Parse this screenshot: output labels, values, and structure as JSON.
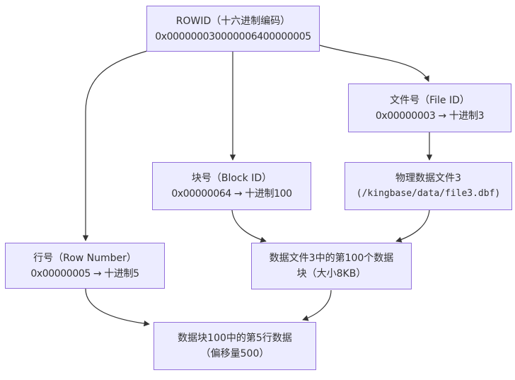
{
  "nodes": {
    "rowid": {
      "lines": [
        "ROWID（十六进制编码）",
        "0x000000030000006400000005"
      ]
    },
    "file_id": {
      "lines": [
        "文件号（File ID）",
        "0x00000003 → 十进制3"
      ]
    },
    "block_id": {
      "lines": [
        "块号（Block ID）",
        "0x00000064 → 十进制100"
      ]
    },
    "physical_file": {
      "lines": [
        "物理数据文件3",
        "(/kingbase/data/file3.dbf)"
      ]
    },
    "row_number": {
      "lines": [
        "行号（Row Number）",
        "0x00000005 → 十进制5"
      ]
    },
    "data_block": {
      "lines": [
        "数据文件3中的第100个数据",
        "块（大小8KB）"
      ]
    },
    "row_data": {
      "lines": [
        "数据块100中的第5行数据",
        "（偏移量500）"
      ]
    }
  },
  "edges": [
    {
      "from": "rowid",
      "to": "row_number"
    },
    {
      "from": "rowid",
      "to": "block_id"
    },
    {
      "from": "rowid",
      "to": "file_id"
    },
    {
      "from": "file_id",
      "to": "physical_file"
    },
    {
      "from": "block_id",
      "to": "data_block"
    },
    {
      "from": "physical_file",
      "to": "data_block"
    },
    {
      "from": "row_number",
      "to": "row_data"
    },
    {
      "from": "data_block",
      "to": "row_data"
    }
  ],
  "colors": {
    "node_fill": "#ECECFF",
    "node_border": "#9370DB",
    "edge": "#333333",
    "text": "#333333",
    "background": "#FFFFFF"
  }
}
